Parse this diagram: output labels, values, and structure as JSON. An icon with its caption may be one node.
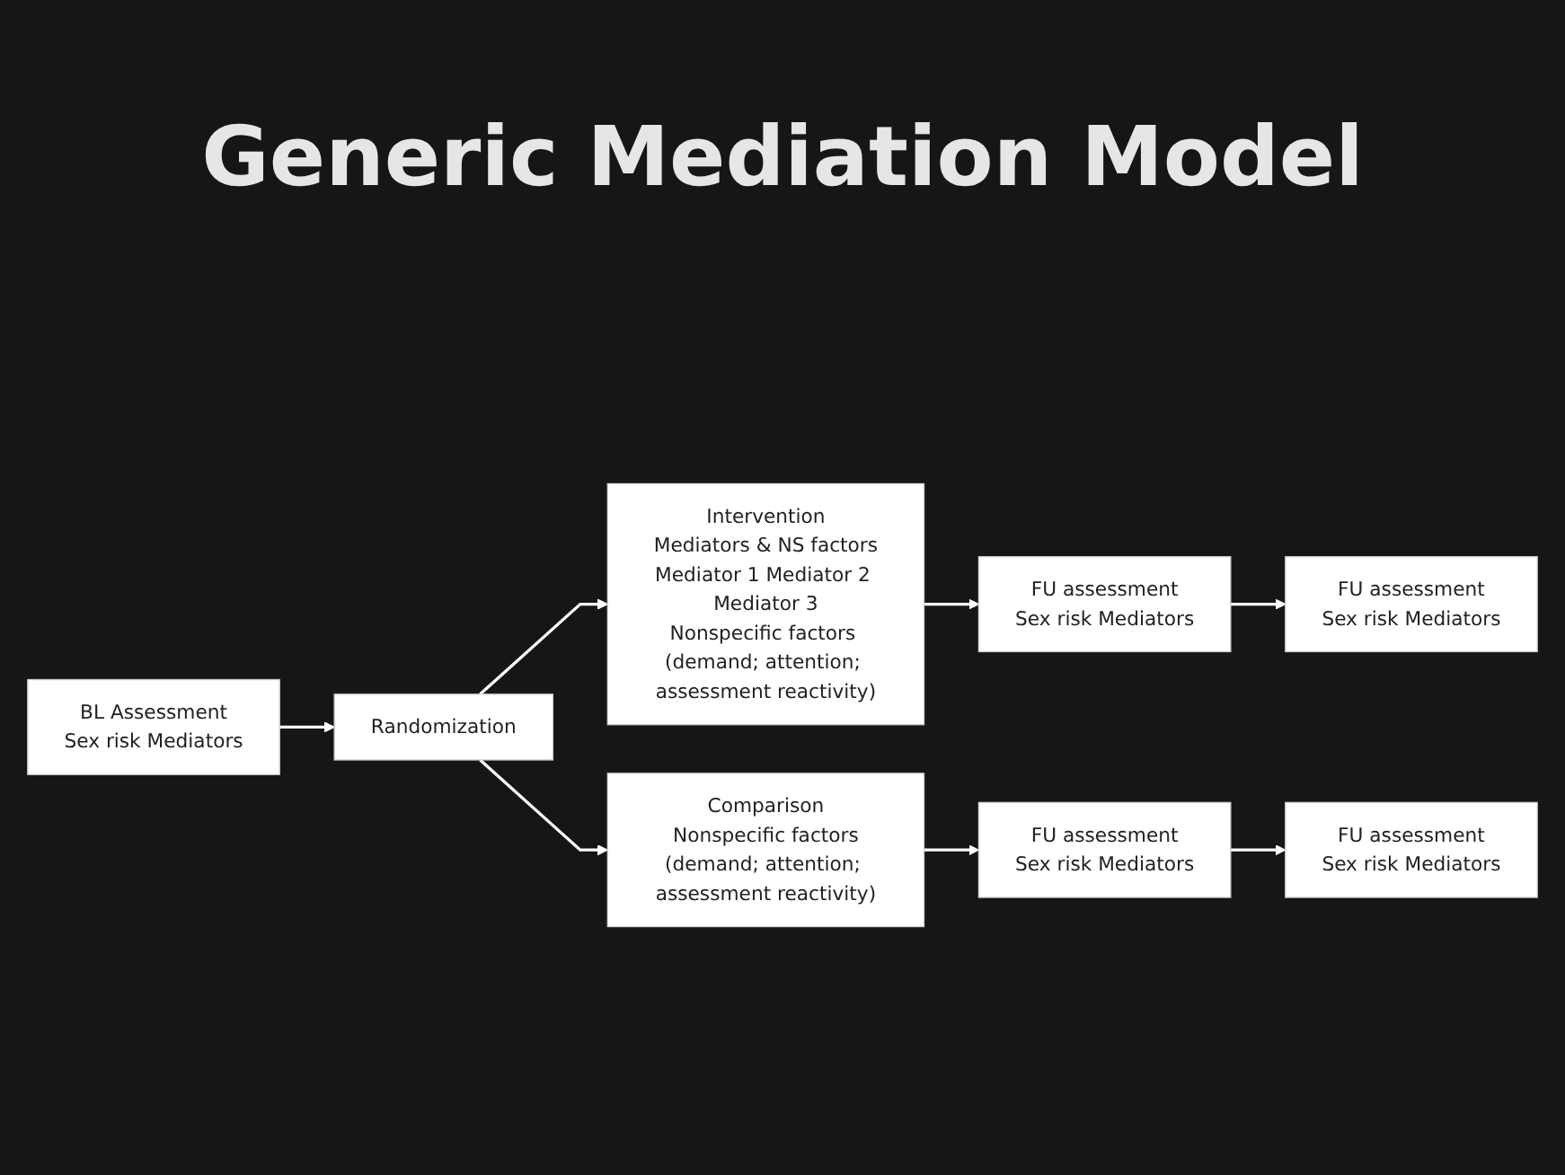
{
  "diagram": {
    "title": "Generic Mediation Model",
    "nodes": [
      {
        "text": [
          "BL Assessment",
          "Sex risk Mediators"
        ]
      },
      {
        "text": [
          "Randomization"
        ]
      },
      {
        "text": [
          "Intervention",
          "Mediators & NS factors",
          "Mediator 1 Mediator 2 Mediator 3",
          "Nonspecific factors (demand; attention; assessment reactivity)"
        ]
      },
      {
        "text": [
          "FU assessment",
          "Sex risk Mediators"
        ]
      },
      {
        "text": [
          "FU assessment",
          "Sex risk Mediators"
        ]
      },
      {
        "text": [
          "Comparison",
          "Nonspecific factors",
          "(demand; attention; assessment reactivity)"
        ]
      },
      {
        "text": [
          "FU assessment",
          "Sex risk Mediators"
        ]
      },
      {
        "text": [
          "FU assessment",
          "Sex risk Mediators"
        ]
      }
    ],
    "edges": [
      {
        "from": 0,
        "to": 1,
        "arrow": "to"
      },
      {
        "from": 1,
        "to": 2,
        "arrow": "to"
      },
      {
        "from": 1,
        "to": 5,
        "arrow": "to"
      },
      {
        "from": 2,
        "to": 3,
        "arrow": "to"
      },
      {
        "from": 3,
        "to": 4,
        "arrow": "to"
      },
      {
        "from": 5,
        "to": 6,
        "arrow": "to"
      },
      {
        "from": 6,
        "to": 7,
        "arrow": "to"
      }
    ]
  }
}
